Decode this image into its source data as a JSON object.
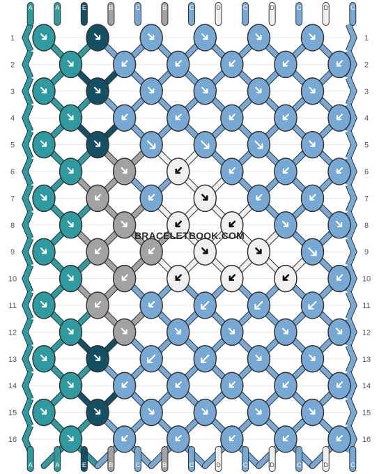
{
  "watermark": "BRACELETBOOK.COM",
  "strings": [
    "A",
    "A",
    "E",
    "B",
    "C",
    "B",
    "C",
    "D",
    "C",
    "D",
    "C",
    "D",
    "C"
  ],
  "colors": {
    "A": "#2f9aa0",
    "E": "#154f63",
    "B": "#a2a2a2",
    "C": "#78a8d4",
    "D": "#f0f0f0"
  },
  "rows": [
    "1",
    "2",
    "3",
    "4",
    "5",
    "6",
    "7",
    "8",
    "9",
    "10",
    "11",
    "12",
    "13",
    "14",
    "15",
    "16"
  ],
  "knots": [
    {
      "row": 1,
      "col": 0,
      "color": "A",
      "arrow": "dr"
    },
    {
      "row": 1,
      "col": 2,
      "color": "E",
      "arrow": "dr"
    },
    {
      "row": 1,
      "col": 4,
      "color": "C",
      "arrow": "dr"
    },
    {
      "row": 1,
      "col": 6,
      "color": "C",
      "arrow": "dr"
    },
    {
      "row": 1,
      "col": 8,
      "color": "C",
      "arrow": "dr"
    },
    {
      "row": 1,
      "col": 10,
      "color": "C",
      "arrow": "dr"
    },
    {
      "row": 2,
      "col": 1,
      "color": "A",
      "arrow": "dr"
    },
    {
      "row": 2,
      "col": 3,
      "color": "C",
      "arrow": "dl"
    },
    {
      "row": 2,
      "col": 5,
      "color": "C",
      "arrow": "dl"
    },
    {
      "row": 2,
      "col": 7,
      "color": "C",
      "arrow": "dl"
    },
    {
      "row": 2,
      "col": 9,
      "color": "C",
      "arrow": "dl"
    },
    {
      "row": 2,
      "col": 11,
      "color": "C",
      "arrow": "dl"
    },
    {
      "row": 3,
      "col": 0,
      "color": "A",
      "arrow": "dr"
    },
    {
      "row": 3,
      "col": 2,
      "color": "E",
      "arrow": "dr"
    },
    {
      "row": 3,
      "col": 4,
      "color": "C",
      "arrow": "dr"
    },
    {
      "row": 3,
      "col": 6,
      "color": "C",
      "arrow": "dr"
    },
    {
      "row": 3,
      "col": 8,
      "color": "C",
      "arrow": "dr"
    },
    {
      "row": 3,
      "col": 10,
      "color": "C",
      "arrow": "dr"
    },
    {
      "row": 4,
      "col": 1,
      "color": "A",
      "arrow": "dr"
    },
    {
      "row": 4,
      "col": 3,
      "color": "C",
      "arrow": "dl"
    },
    {
      "row": 4,
      "col": 5,
      "color": "C",
      "arrow": "dl"
    },
    {
      "row": 4,
      "col": 7,
      "color": "C",
      "arrow": "dl"
    },
    {
      "row": 4,
      "col": 9,
      "color": "C",
      "arrow": "dl"
    },
    {
      "row": 4,
      "col": 11,
      "color": "C",
      "arrow": "dl"
    },
    {
      "row": 5,
      "col": 0,
      "color": "A",
      "arrow": "dr"
    },
    {
      "row": 5,
      "col": 2,
      "color": "E",
      "arrow": "dr"
    },
    {
      "row": 5,
      "col": 4,
      "color": "C",
      "arrow": "se"
    },
    {
      "row": 5,
      "col": 6,
      "color": "C",
      "arrow": "se"
    },
    {
      "row": 5,
      "col": 8,
      "color": "C",
      "arrow": "se"
    },
    {
      "row": 5,
      "col": 10,
      "color": "C",
      "arrow": "dr"
    },
    {
      "row": 6,
      "col": 1,
      "color": "A",
      "arrow": "dr"
    },
    {
      "row": 6,
      "col": 3,
      "color": "B",
      "arrow": "dr"
    },
    {
      "row": 6,
      "col": 5,
      "color": "D",
      "arrow": "dl"
    },
    {
      "row": 6,
      "col": 7,
      "color": "C",
      "arrow": "dl"
    },
    {
      "row": 6,
      "col": 9,
      "color": "C",
      "arrow": "dl"
    },
    {
      "row": 6,
      "col": 11,
      "color": "C",
      "arrow": "dl"
    },
    {
      "row": 7,
      "col": 0,
      "color": "A",
      "arrow": "dr"
    },
    {
      "row": 7,
      "col": 2,
      "color": "B",
      "arrow": "dl"
    },
    {
      "row": 7,
      "col": 4,
      "color": "C",
      "arrow": "dl"
    },
    {
      "row": 7,
      "col": 6,
      "color": "D",
      "arrow": "dr"
    },
    {
      "row": 7,
      "col": 8,
      "color": "C",
      "arrow": "dl"
    },
    {
      "row": 7,
      "col": 10,
      "color": "C",
      "arrow": "dl"
    },
    {
      "row": 8,
      "col": 1,
      "color": "A",
      "arrow": "dr"
    },
    {
      "row": 8,
      "col": 3,
      "color": "B",
      "arrow": "dr"
    },
    {
      "row": 8,
      "col": 5,
      "color": "D",
      "arrow": "dl"
    },
    {
      "row": 8,
      "col": 7,
      "color": "D",
      "arrow": "dl"
    },
    {
      "row": 8,
      "col": 9,
      "color": "C",
      "arrow": "dr"
    },
    {
      "row": 8,
      "col": 11,
      "color": "C",
      "arrow": "dr"
    },
    {
      "row": 9,
      "col": 0,
      "color": "A",
      "arrow": "dr"
    },
    {
      "row": 9,
      "col": 2,
      "color": "B",
      "arrow": "dl"
    },
    {
      "row": 9,
      "col": 4,
      "color": "B",
      "arrow": "dl"
    },
    {
      "row": 9,
      "col": 6,
      "color": "D",
      "arrow": "dr"
    },
    {
      "row": 9,
      "col": 8,
      "color": "D",
      "arrow": "dr"
    },
    {
      "row": 9,
      "col": 10,
      "color": "C",
      "arrow": "se"
    },
    {
      "row": 10,
      "col": 1,
      "color": "A",
      "arrow": "dr"
    },
    {
      "row": 10,
      "col": 3,
      "color": "B",
      "arrow": "dl"
    },
    {
      "row": 10,
      "col": 5,
      "color": "D",
      "arrow": "dl"
    },
    {
      "row": 10,
      "col": 7,
      "color": "D",
      "arrow": "dl"
    },
    {
      "row": 10,
      "col": 9,
      "color": "D",
      "arrow": "dl"
    },
    {
      "row": 10,
      "col": 11,
      "color": "C",
      "arrow": "dl"
    },
    {
      "row": 11,
      "col": 0,
      "color": "A",
      "arrow": "dr"
    },
    {
      "row": 11,
      "col": 2,
      "color": "B",
      "arrow": "dl"
    },
    {
      "row": 11,
      "col": 4,
      "color": "C",
      "arrow": "dl"
    },
    {
      "row": 11,
      "col": 6,
      "color": "C",
      "arrow": "sw"
    },
    {
      "row": 11,
      "col": 8,
      "color": "C",
      "arrow": "sw"
    },
    {
      "row": 11,
      "col": 10,
      "color": "C",
      "arrow": "sw"
    },
    {
      "row": 12,
      "col": 1,
      "color": "A",
      "arrow": "dr"
    },
    {
      "row": 12,
      "col": 3,
      "color": "B",
      "arrow": "dr"
    },
    {
      "row": 12,
      "col": 5,
      "color": "C",
      "arrow": "dr"
    },
    {
      "row": 12,
      "col": 7,
      "color": "C",
      "arrow": "dr"
    },
    {
      "row": 12,
      "col": 9,
      "color": "C",
      "arrow": "dr"
    },
    {
      "row": 12,
      "col": 11,
      "color": "C",
      "arrow": "dr"
    },
    {
      "row": 13,
      "col": 0,
      "color": "A",
      "arrow": "dr"
    },
    {
      "row": 13,
      "col": 2,
      "color": "E",
      "arrow": "dr"
    },
    {
      "row": 13,
      "col": 4,
      "color": "C",
      "arrow": "sw"
    },
    {
      "row": 13,
      "col": 6,
      "color": "C",
      "arrow": "sw"
    },
    {
      "row": 13,
      "col": 8,
      "color": "C",
      "arrow": "dr"
    },
    {
      "row": 13,
      "col": 10,
      "color": "C",
      "arrow": "dr"
    },
    {
      "row": 14,
      "col": 1,
      "color": "A",
      "arrow": "dr"
    },
    {
      "row": 14,
      "col": 3,
      "color": "C",
      "arrow": "dl"
    },
    {
      "row": 14,
      "col": 5,
      "color": "C",
      "arrow": "dl"
    },
    {
      "row": 14,
      "col": 7,
      "color": "C",
      "arrow": "dl"
    },
    {
      "row": 14,
      "col": 9,
      "color": "C",
      "arrow": "dl"
    },
    {
      "row": 14,
      "col": 11,
      "color": "C",
      "arrow": "dl"
    },
    {
      "row": 15,
      "col": 0,
      "color": "A",
      "arrow": "dr"
    },
    {
      "row": 15,
      "col": 2,
      "color": "E",
      "arrow": "dr"
    },
    {
      "row": 15,
      "col": 4,
      "color": "C",
      "arrow": "dr"
    },
    {
      "row": 15,
      "col": 6,
      "color": "C",
      "arrow": "dr"
    },
    {
      "row": 15,
      "col": 8,
      "color": "C",
      "arrow": "dr"
    },
    {
      "row": 15,
      "col": 10,
      "color": "C",
      "arrow": "dr"
    },
    {
      "row": 16,
      "col": 1,
      "color": "A",
      "arrow": "dr"
    },
    {
      "row": 16,
      "col": 3,
      "color": "C",
      "arrow": "dl"
    },
    {
      "row": 16,
      "col": 5,
      "color": "C",
      "arrow": "dl"
    },
    {
      "row": 16,
      "col": 7,
      "color": "C",
      "arrow": "dl"
    },
    {
      "row": 16,
      "col": 9,
      "color": "C",
      "arrow": "dl"
    },
    {
      "row": 16,
      "col": 11,
      "color": "C",
      "arrow": "dl"
    }
  ]
}
